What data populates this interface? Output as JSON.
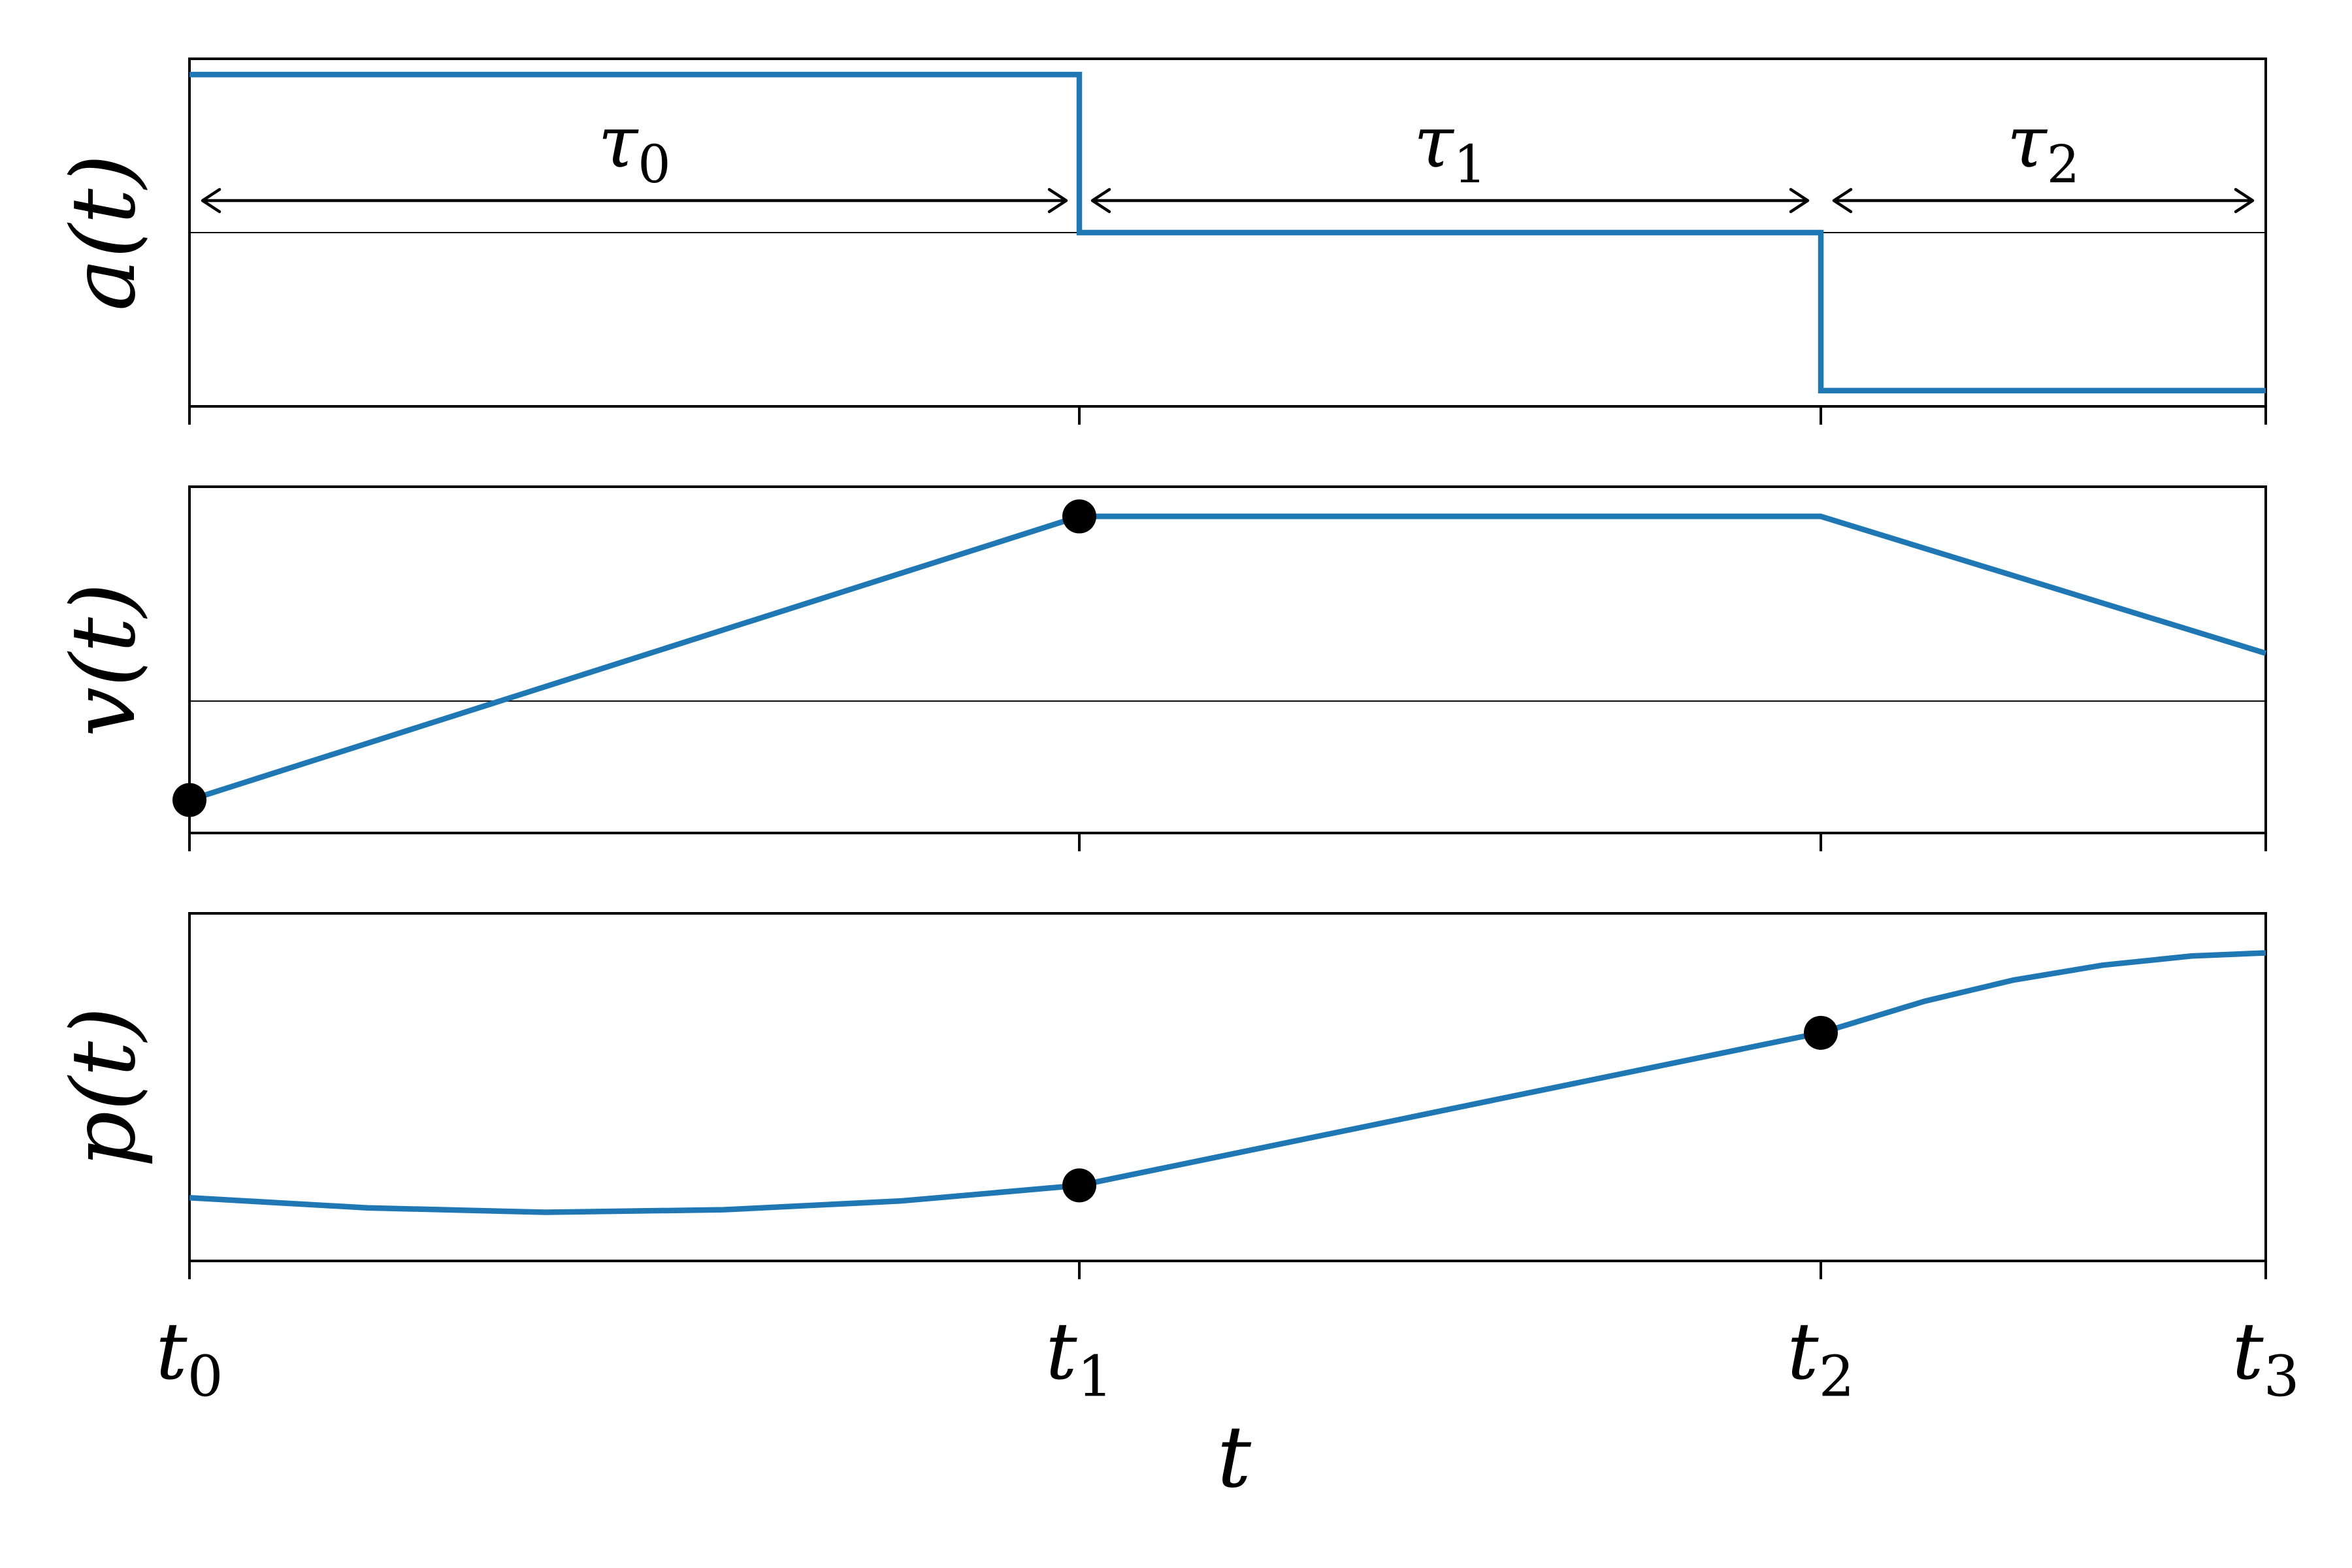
{
  "chart_data": {
    "type": "line",
    "title": "",
    "series_color": "#1f77b4",
    "marker_color": "#000000",
    "x_ticks": [
      {
        "value": 0,
        "base": "t",
        "sub": "0"
      },
      {
        "value": 1,
        "base": "t",
        "sub": "1"
      },
      {
        "value": 2,
        "base": "t",
        "sub": "2"
      },
      {
        "value": 3,
        "base": "t",
        "sub": "3"
      }
    ],
    "x_tick_positions": [
      0,
      1.0,
      1.8333,
      2.3333
    ],
    "xlim": [
      0,
      2.3333
    ],
    "xlabel": "t",
    "intervals": [
      {
        "base": "τ",
        "sub": "0",
        "from": 0,
        "to": 1.0
      },
      {
        "base": "τ",
        "sub": "1",
        "from": 1.0,
        "to": 1.8333
      },
      {
        "base": "τ",
        "sub": "2",
        "from": 1.8333,
        "to": 2.3333
      }
    ],
    "panels": [
      {
        "ylabel_base": "a",
        "ylabel_arg": "t",
        "ylim": [
          -1.1,
          1.1
        ],
        "zero_line": true,
        "x": [
          0,
          1.0,
          1.0,
          1.8333,
          1.8333,
          2.3333
        ],
        "y": [
          1.0,
          1.0,
          0.0,
          0.0,
          -1.0,
          -1.0
        ],
        "markers": []
      },
      {
        "ylabel_base": "v",
        "ylabel_arg": "t",
        "ylim": [
          -0.8,
          1.3
        ],
        "zero_line": true,
        "x": [
          0,
          1.0,
          1.8333,
          2.3333
        ],
        "y": [
          -0.6,
          1.12,
          1.12,
          0.29
        ],
        "markers": [
          {
            "x": 0,
            "y": -0.6
          },
          {
            "x": 1.0,
            "y": 1.12
          }
        ]
      },
      {
        "ylabel_base": "p",
        "ylabel_arg": "t",
        "ylim": [
          -0.1,
          1.0
        ],
        "zero_line": false,
        "x": [
          0,
          0.2,
          0.4,
          0.6,
          0.8,
          1.0,
          1.2,
          1.4,
          1.6,
          1.8333,
          1.95,
          2.05,
          2.15,
          2.25,
          2.3333
        ],
        "y": [
          0.1,
          0.068,
          0.054,
          0.062,
          0.09,
          0.139,
          0.255,
          0.371,
          0.487,
          0.622,
          0.722,
          0.789,
          0.836,
          0.865,
          0.875
        ],
        "markers": [
          {
            "x": 1.0,
            "y": 0.139
          },
          {
            "x": 1.8333,
            "y": 0.622
          }
        ]
      }
    ]
  }
}
